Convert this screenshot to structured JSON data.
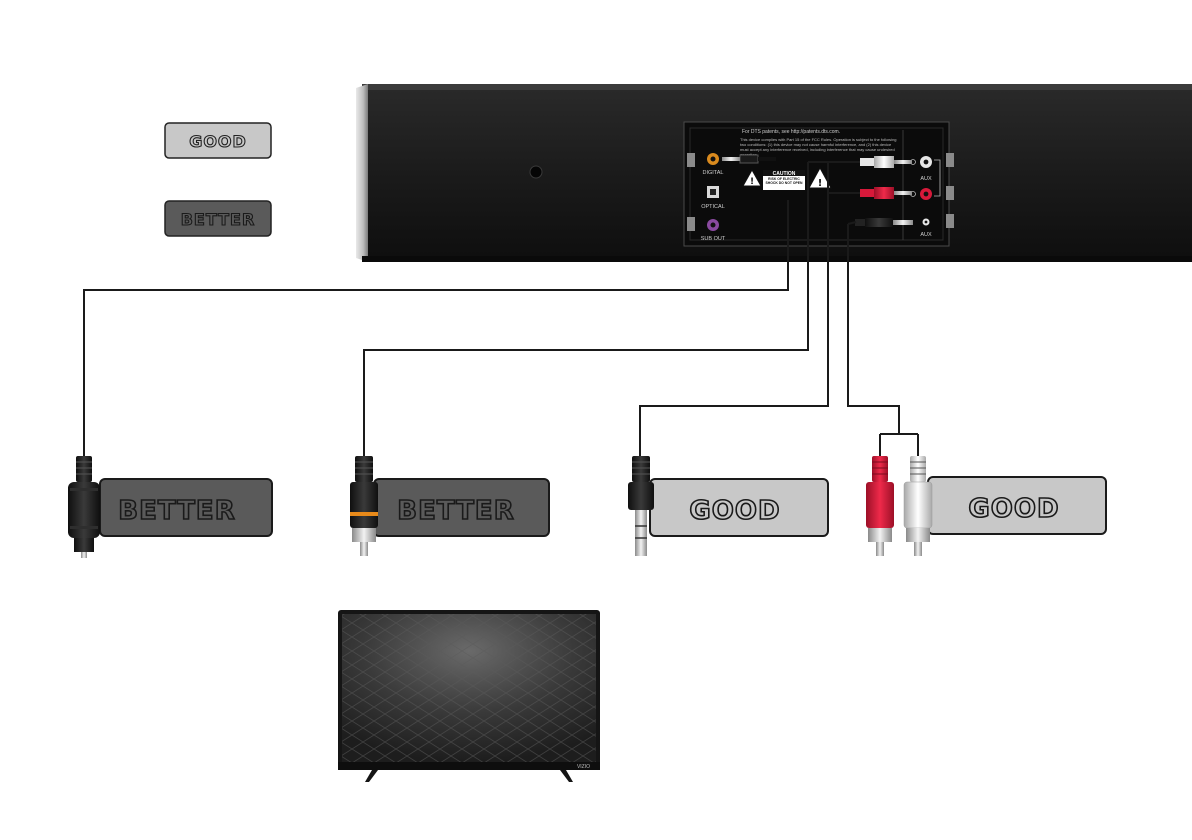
{
  "legend": {
    "good": "GOOD",
    "better": "BETTER"
  },
  "connectors": [
    {
      "id": "coaxial",
      "rating": "BETTER"
    },
    {
      "id": "rca-digital",
      "rating": "BETTER"
    },
    {
      "id": "aux-35mm",
      "rating": "GOOD"
    },
    {
      "id": "rca-analog",
      "rating": "GOOD"
    }
  ],
  "panel": {
    "patent_text": "For DTS patents, see http://patents.dts.com.",
    "fcc_text": "This device complies with Part 15 of the FCC Rules. Operation is subject to the following two conditions: (1) this device may not cause harmful interference, and (2) this device must accept any interference received, including interference that may cause undesired operation.",
    "caution_title": "CAUTION",
    "caution_text": "RISK OF ELECTRIC SHOCK DO NOT OPEN",
    "port_digital": "DIGITAL",
    "port_optical": "OPTICAL",
    "port_sub_out": "SUB OUT",
    "port_aux": "AUX",
    "port_aux2": "AUX"
  },
  "tv": {
    "brand": "VIZIO"
  },
  "colors": {
    "good_fill": "#c8c8c8",
    "better_fill": "#5a5a5a",
    "soundbar": "#1c1c1c",
    "cable": "#1a1a1a",
    "rca_red": "#d7193a",
    "rca_white": "#e6e6e6",
    "rca_orange": "#e88a1a"
  },
  "icons": [
    "soundbar-icon",
    "coaxial-plug-icon",
    "rca-digital-plug-icon",
    "aux-plug-icon",
    "rca-pair-plug-icon",
    "tv-icon",
    "warning-icon"
  ]
}
